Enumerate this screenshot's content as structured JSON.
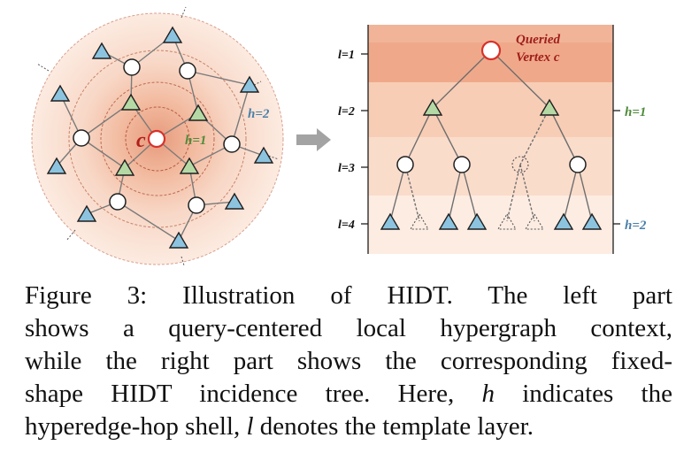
{
  "figure": {
    "left": {
      "center_label": "c",
      "shell_labels": [
        {
          "var": "h",
          "text": "=1",
          "color": "#4e8a3a"
        },
        {
          "var": "h",
          "text": "=2",
          "color": "#4a7fa8"
        }
      ]
    },
    "right": {
      "layer_labels": [
        {
          "var": "l",
          "text": "=1"
        },
        {
          "var": "l",
          "text": "=2"
        },
        {
          "var": "l",
          "text": "=3"
        },
        {
          "var": "l",
          "text": "=4"
        }
      ],
      "hop_labels": [
        {
          "var": "h",
          "text": "=1",
          "color": "#4e8a3a"
        },
        {
          "var": "h",
          "text": "=2",
          "color": "#4a7fa8"
        }
      ],
      "queried_label_line1": "Queried",
      "queried_label_line2": "Vertex c"
    },
    "colors": {
      "triangle_green": "#b5d9a4",
      "triangle_blue": "#8cc4e0",
      "queried_red": "#d7322b",
      "band_1": "#efa98a",
      "band_2": "#f7cdb5",
      "band_3": "#fadccb",
      "band_4": "#fdece2"
    }
  },
  "caption": {
    "lines": [
      "Figure 3:  Illustration of HIDT. The left part",
      "shows a query-centered local hypergraph context,",
      "while the right part shows the corresponding fixed-",
      "shape HIDT incidence tree. Here, ",
      " indicates the",
      "hyperedge-hop shell, ",
      " denotes the template layer."
    ],
    "var_h": "h",
    "var_l": "l"
  }
}
